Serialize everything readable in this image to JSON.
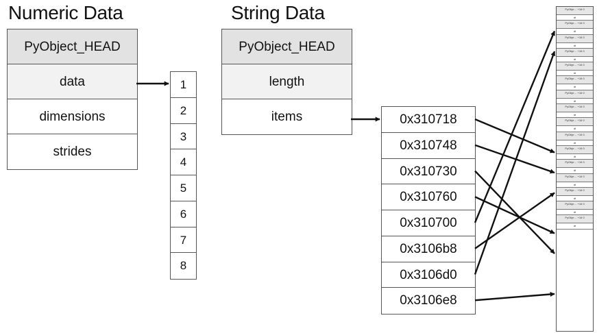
{
  "titles": {
    "numeric": "Numeric Data",
    "string": "String Data"
  },
  "numeric_struct": [
    "PyObject_HEAD",
    "data",
    "dimensions",
    "strides"
  ],
  "numeric_values": [
    "1",
    "2",
    "3",
    "4",
    "5",
    "6",
    "7",
    "8"
  ],
  "string_struct": [
    "PyObject_HEAD",
    "length",
    "items"
  ],
  "pointers": [
    "0x310718",
    "0x310748",
    "0x310730",
    "0x310760",
    "0x310700",
    "0x3106b8",
    "0x3106d0",
    "0x3106e8"
  ],
  "object_cell": {
    "head": "PyObje… +16 0",
    "data": "dt"
  },
  "pointer_targets": [
    7,
    8,
    12,
    11,
    1,
    9,
    2,
    14
  ],
  "colors": {
    "border": "#555555",
    "header_fill": "#e2e2e2",
    "shaded_fill": "#f2f2f2"
  }
}
